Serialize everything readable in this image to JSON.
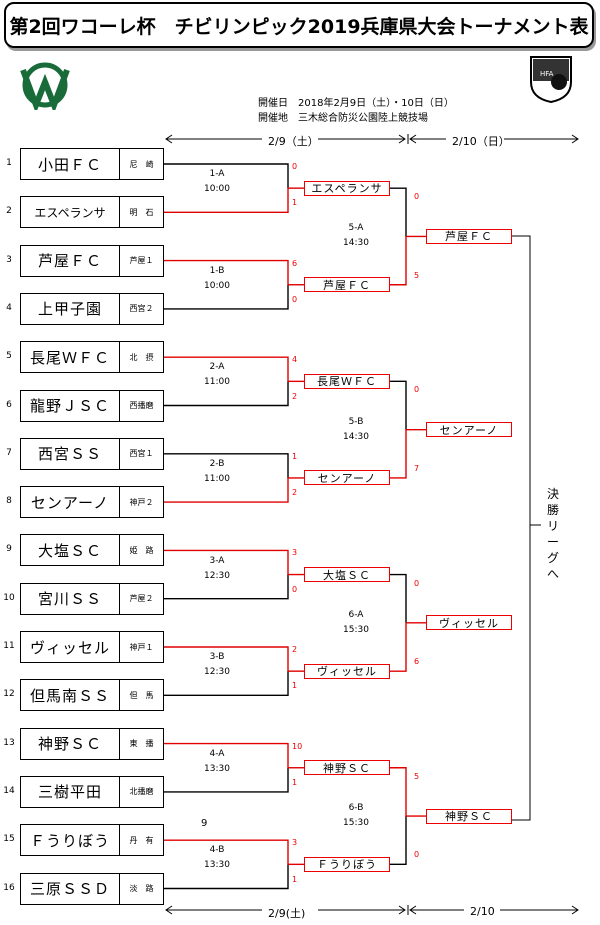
{
  "title": "第2回ワコーレ杯　チビリンピック2019兵庫県大会トーナメント表",
  "info": {
    "date_label": "開催日",
    "date_value": "2018年2月9日（土）・10日（日）",
    "venue_label": "開催地",
    "venue_value": "三木総合防災公園陸上競技場"
  },
  "header_dates": {
    "round1": "2/9（土）",
    "round2": "2/10（日）"
  },
  "footer_dates": {
    "round1": "2/9(土)",
    "round2": "2/10"
  },
  "stray_mark": "9",
  "final_label": "決勝リーグへ",
  "colors": {
    "win_line": "#e00000",
    "lose_line": "#000000"
  },
  "teams": [
    {
      "no": "1",
      "name": "小田ＦＣ",
      "region": "尼　崎"
    },
    {
      "no": "2",
      "name": "エスペランサ",
      "region": "明　石"
    },
    {
      "no": "3",
      "name": "芦屋ＦＣ",
      "region": "芦屋１"
    },
    {
      "no": "4",
      "name": "上甲子園",
      "region": "西宮２"
    },
    {
      "no": "5",
      "name": "長尾ＷＦＣ",
      "region": "北　摂"
    },
    {
      "no": "6",
      "name": "龍野ＪＳＣ",
      "region": "西播磨"
    },
    {
      "no": "7",
      "name": "西宮ＳＳ",
      "region": "西宮１"
    },
    {
      "no": "8",
      "name": "センアーノ",
      "region": "神戸２"
    },
    {
      "no": "9",
      "name": "大塩ＳＣ",
      "region": "姫　路"
    },
    {
      "no": "10",
      "name": "宮川ＳＳ",
      "region": "芦屋２"
    },
    {
      "no": "11",
      "name": "ヴィッセル",
      "region": "神戸１"
    },
    {
      "no": "12",
      "name": "但馬南ＳＳ",
      "region": "但　馬"
    },
    {
      "no": "13",
      "name": "神野ＳＣ",
      "region": "東　播"
    },
    {
      "no": "14",
      "name": "三樹平田",
      "region": "北播磨"
    },
    {
      "no": "15",
      "name": "Ｆうりぼう",
      "region": "丹　有"
    },
    {
      "no": "16",
      "name": "三原ＳＳＤ",
      "region": "淡　路"
    }
  ],
  "round1": [
    {
      "id": "1-A",
      "time": "10:00",
      "score_top": "0",
      "score_bottom": "1",
      "winner": "エスペランサ"
    },
    {
      "id": "1-B",
      "time": "10:00",
      "score_top": "6",
      "score_bottom": "0",
      "winner": "芦屋ＦＣ"
    },
    {
      "id": "2-A",
      "time": "11:00",
      "score_top": "4",
      "score_bottom": "2",
      "winner": "長尾ＷＦＣ"
    },
    {
      "id": "2-B",
      "time": "11:00",
      "score_top": "1",
      "score_bottom": "2",
      "winner": "センアーノ"
    },
    {
      "id": "3-A",
      "time": "12:30",
      "score_top": "3",
      "score_bottom": "0",
      "winner": "大塩ＳＣ"
    },
    {
      "id": "3-B",
      "time": "12:30",
      "score_top": "2",
      "score_bottom": "1",
      "winner": "ヴィッセル"
    },
    {
      "id": "4-A",
      "time": "13:30",
      "score_top": "10",
      "score_bottom": "1",
      "winner": "神野ＳＣ"
    },
    {
      "id": "4-B",
      "time": "13:30",
      "score_top": "3",
      "score_bottom": "1",
      "winner": "Ｆうりぼう"
    }
  ],
  "round2": [
    {
      "id": "5-A",
      "time": "14:30",
      "score_top": "0",
      "score_bottom": "5",
      "winner": "芦屋ＦＣ"
    },
    {
      "id": "5-B",
      "time": "14:30",
      "score_top": "0",
      "score_bottom": "7",
      "winner": "センアーノ"
    },
    {
      "id": "6-A",
      "time": "15:30",
      "score_top": "0",
      "score_bottom": "6",
      "winner": "ヴィッセル"
    },
    {
      "id": "6-B",
      "time": "15:30",
      "score_top": "5",
      "score_bottom": "0",
      "winner": "神野ＳＣ"
    }
  ]
}
